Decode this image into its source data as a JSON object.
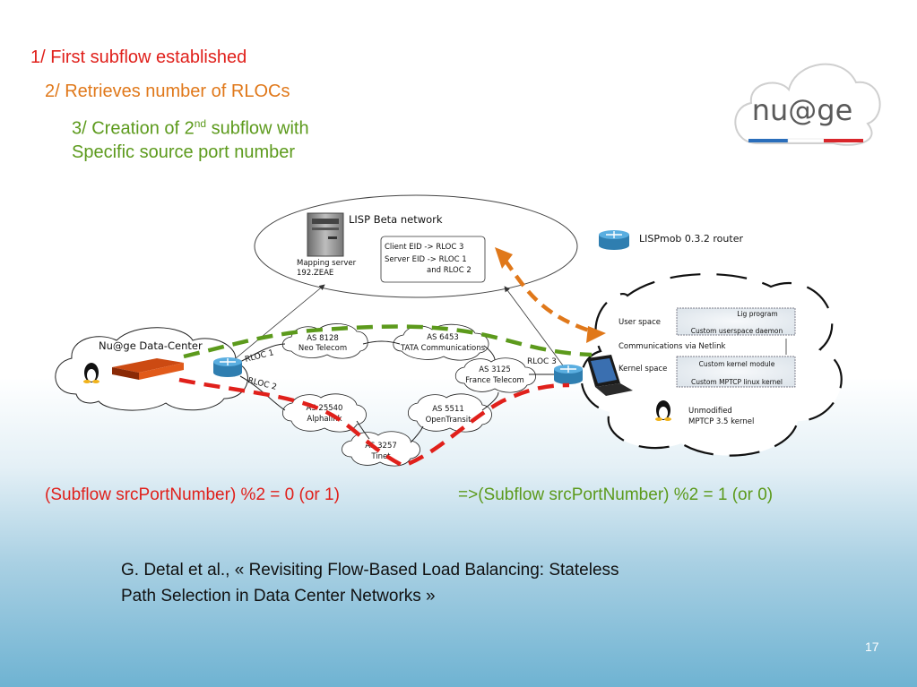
{
  "slide": {
    "step1": "1/ First subflow established",
    "step2": "2/ Retrieves number of RLOCs",
    "step3_line1_pre": "3/ Creation of 2",
    "step3_line1_sup": "nd",
    "step3_line1_post": " subflow with",
    "step3_line2": "Specific source port number",
    "condition_even": "(Subflow srcPortNumber) %2 = 0 (or 1)",
    "condition_odd": "=>(Subflow srcPortNumber) %2 = 1 (or 0)",
    "reference_line1": "G. Detal et al., « Revisiting Flow-Based Load Balancing: Stateless",
    "reference_line2": "Path Selection in Data Center Networks »",
    "page_number": "17"
  },
  "logo": {
    "text": "nu@ge"
  },
  "diagram": {
    "lisp_network": {
      "title": "LISP Beta network",
      "mapping_server_line1": "Mapping server",
      "mapping_server_line2": "192.ZEAE",
      "mapping_line1": "Client  EID -> RLOC 3",
      "mapping_line2": "Server EID -> RLOC 1",
      "mapping_line3": "and RLOC 2"
    },
    "legend_router": "LISPmob 0.3.2 router",
    "datacenter": "Nu@ge Data-Center",
    "rloc1": "RLOC 1",
    "rloc2": "RLOC 2",
    "rloc3": "RLOC 3",
    "as_clouds": [
      {
        "line1": "AS 8128",
        "line2": "Neo Telecom"
      },
      {
        "line1": "AS 6453",
        "line2": "TATA Communications"
      },
      {
        "line1": "AS 3125",
        "line2": "France Telecom"
      },
      {
        "line1": "AS 25540",
        "line2": "Alphalink"
      },
      {
        "line1": "AS 5511",
        "line2": "OpenTransit"
      },
      {
        "line1": "AS 3257",
        "line2": "Tinet"
      }
    ],
    "client": {
      "user_space": "User space",
      "comms": "Communications via Netlink",
      "kernel_space": "Kernel space",
      "lig_program": "Lig program",
      "custom_daemon": "Custom userspace daemon",
      "custom_kernel_module": "Custom kernel module",
      "custom_mptcp": "Custom MPTCP linux kernel",
      "unmodified_line1": "Unmodified",
      "unmodified_line2": "MPTCP 3.5 kernel"
    }
  },
  "colors": {
    "red": "#e0201b",
    "orange": "#e0781a",
    "green": "#5c9a1c",
    "router": "#3d8fbf"
  }
}
